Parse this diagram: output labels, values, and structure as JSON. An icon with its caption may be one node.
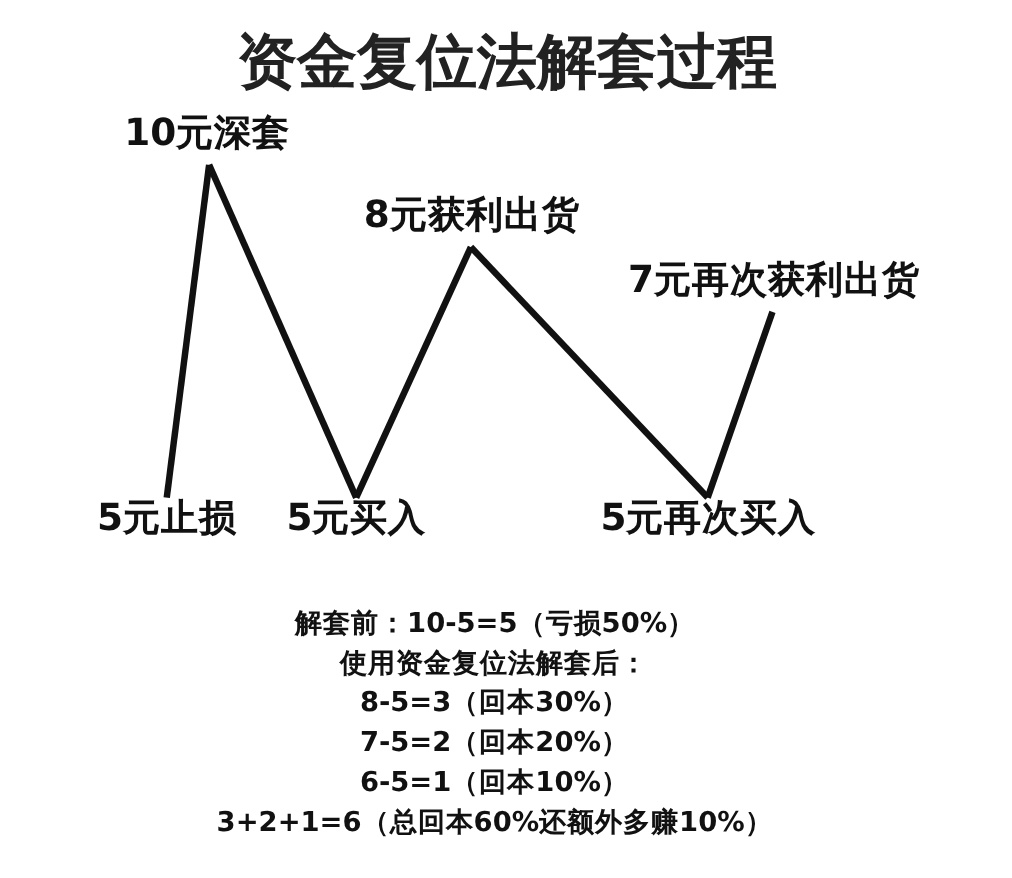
{
  "diagram": {
    "title": "资金复位法解套过程",
    "nodes": [
      {
        "text": [
          "5元止损"
        ]
      },
      {
        "text": [
          "10元深套"
        ]
      },
      {
        "text": [
          "5元买入"
        ]
      },
      {
        "text": [
          "8元获利出货"
        ]
      },
      {
        "text": [
          "5元再次买入"
        ]
      },
      {
        "text": [
          "7元再次获利出货"
        ]
      }
    ],
    "edges": [
      {
        "from": 0,
        "to": 1,
        "arrow": "none"
      },
      {
        "from": 1,
        "to": 2,
        "arrow": "none"
      },
      {
        "from": 2,
        "to": 3,
        "arrow": "none"
      },
      {
        "from": 3,
        "to": 4,
        "arrow": "none"
      },
      {
        "from": 4,
        "to": 5,
        "arrow": "none"
      }
    ],
    "labels": [
      "解套前：10-5=5（亏损50%）",
      "使用资金复位法解套后：",
      "8-5=3（回本30%）",
      "7-5=2（回本20%）",
      "6-5=1（回本10%）",
      "3+2+1=6（总回本60%还额外多赚10%）"
    ]
  }
}
